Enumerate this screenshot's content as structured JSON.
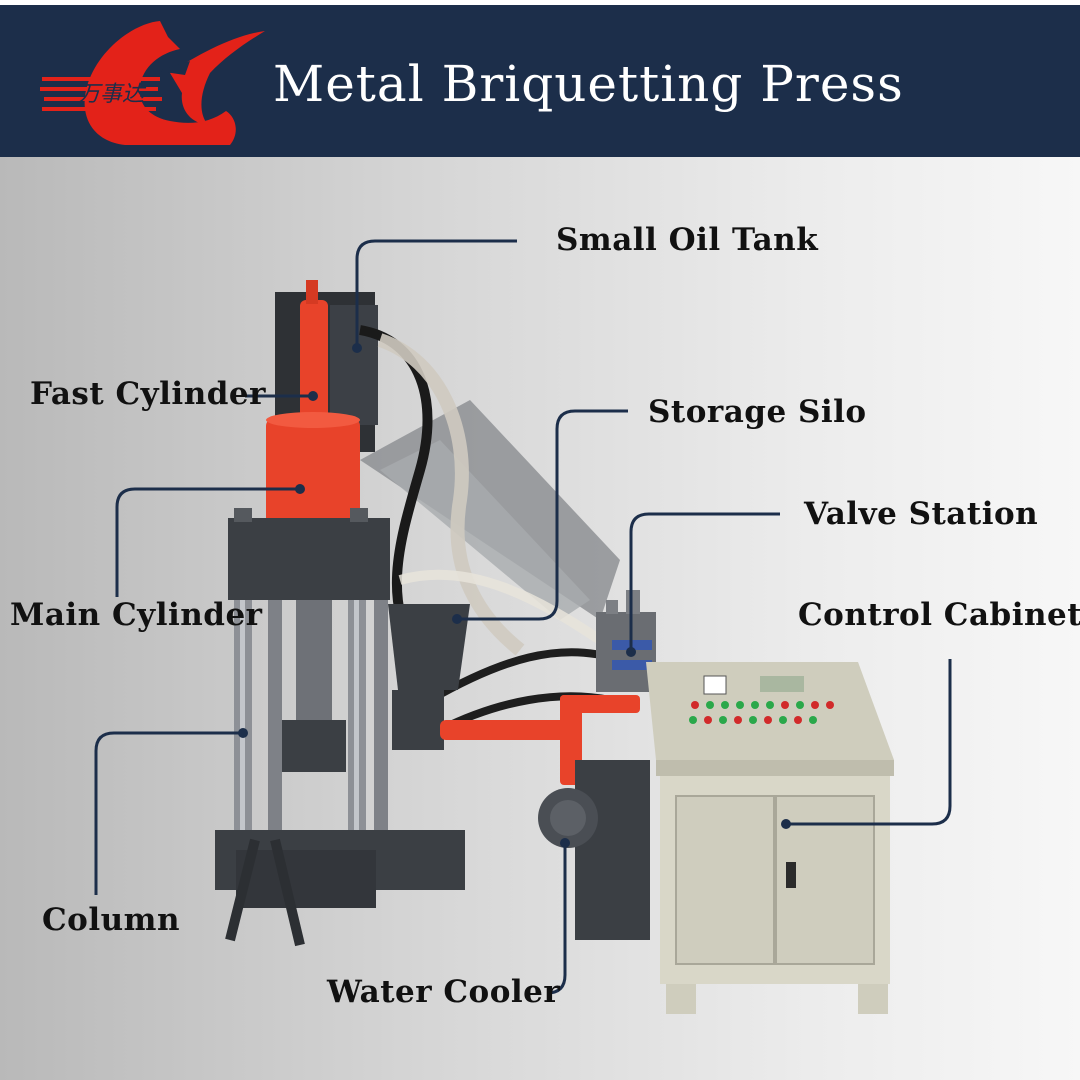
{
  "header": {
    "title": "Metal Briquetting Press",
    "logo_text": "万事达",
    "background_color": "#1c2e4a",
    "logo_color": "#e32219"
  },
  "labels": [
    {
      "key": "small_oil_tank",
      "text": "Small Oil Tank"
    },
    {
      "key": "fast_cylinder",
      "text": "Fast Cylinder"
    },
    {
      "key": "storage_silo",
      "text": "Storage Silo"
    },
    {
      "key": "valve_station",
      "text": "Valve Station"
    },
    {
      "key": "main_cylinder",
      "text": "Main Cylinder"
    },
    {
      "key": "control_cabinet",
      "text": "Control Cabinet"
    },
    {
      "key": "column",
      "text": "Column"
    },
    {
      "key": "water_cooler",
      "text": "Water Cooler"
    }
  ],
  "colors": {
    "leader_line": "#1c2e4a",
    "cylinder_red": "#e8432a",
    "frame_dark": "#3b3f44",
    "cabinet_beige": "#d9d7c8"
  }
}
